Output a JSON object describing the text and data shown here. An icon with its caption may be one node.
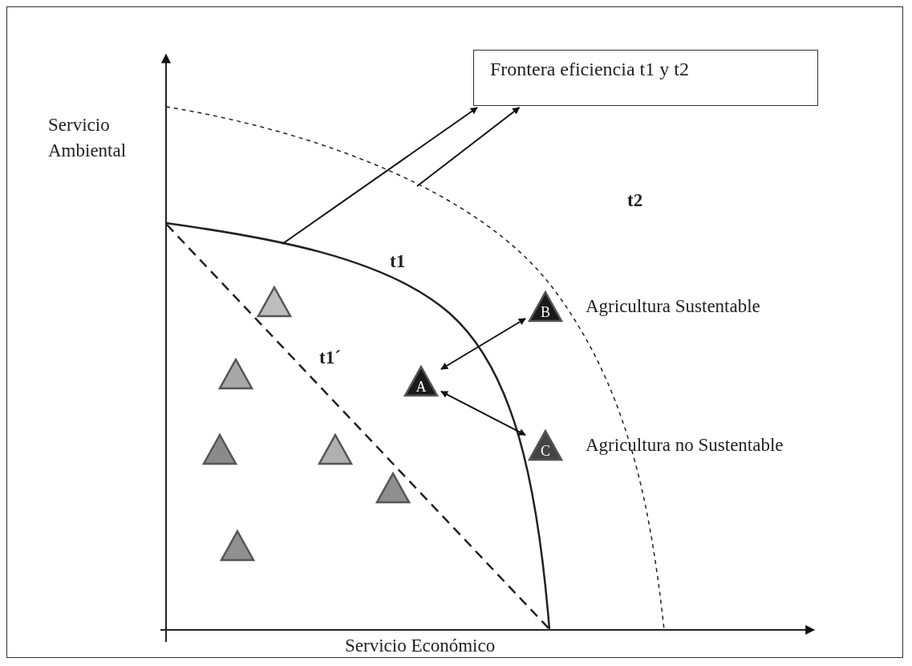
{
  "diagram": {
    "nodes": [
      {
        "text": [
          "Frontera eficiencia t1 y t2"
        ]
      },
      {
        "text": [],
        "shape": "triangle"
      },
      {
        "text": [
          "B"
        ],
        "beside": [
          "Agricultura Sustentable"
        ]
      },
      {
        "text": [],
        "shape": "triangle"
      },
      {
        "text": [
          "A"
        ]
      },
      {
        "text": [],
        "shape": "triangle"
      },
      {
        "text": [],
        "shape": "triangle"
      },
      {
        "text": [
          "C"
        ],
        "beside": [
          "Agricultura no Sustentable"
        ]
      },
      {
        "text": [],
        "shape": "triangle"
      },
      {
        "text": [],
        "shape": "triangle"
      }
    ],
    "edges": [
      {
        "from": null,
        "to": 0,
        "arrow": "to"
      },
      {
        "from": null,
        "to": 0,
        "arrow": "to"
      },
      {
        "from": 4,
        "to": 2,
        "arrow": "both"
      },
      {
        "from": 4,
        "to": 7,
        "arrow": "both"
      }
    ],
    "labels": [
      "Servicio Ambiental",
      "t2",
      "t1",
      "t1´",
      "Servicio Económico"
    ]
  }
}
